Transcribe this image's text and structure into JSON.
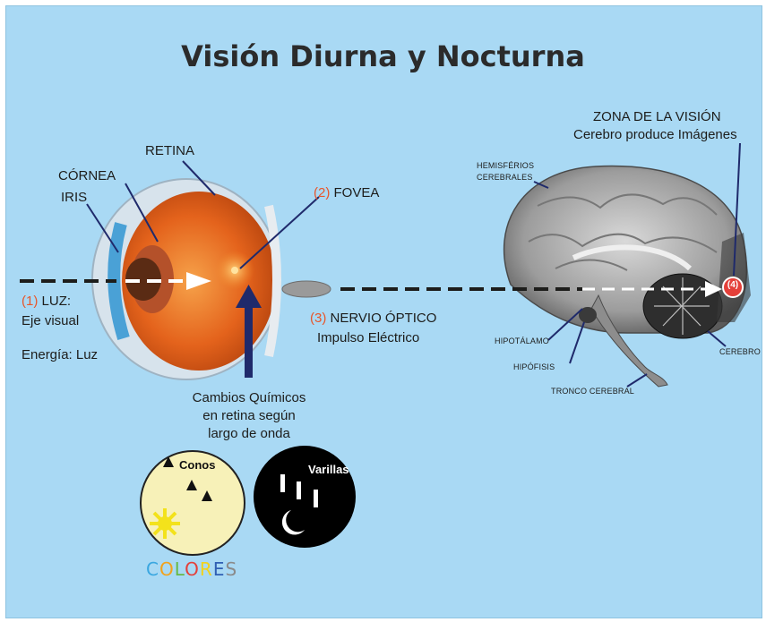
{
  "title": "Visión Diurna y Nocturna",
  "labels": {
    "cornea": "CÓRNEA",
    "iris": "IRIS",
    "retina": "RETINA",
    "fovea_num": "(2)",
    "fovea": "FOVEA",
    "luz_num": "(1)",
    "luz": "LUZ:",
    "eje_visual": "Eje visual",
    "energia": "Energía: Luz",
    "nervio_num": "(3)",
    "nervio": "NERVIO ÓPTICO",
    "impulso": "Impulso Eléctrico",
    "cambios_1": "Cambios Químicos",
    "cambios_2": "en retina según",
    "cambios_3": "largo de onda",
    "zona": "ZONA DE LA VISIÓN",
    "cerebro_produce": "Cerebro produce Imágenes",
    "hemisferios_1": "HEMISFÉRIOS",
    "hemisferios_2": "CEREBRALES",
    "hipotalamo": "HIPOTÁLAMO",
    "hipofisis": "HIPÓFISIS",
    "tronco": "TRONCO CEREBRAL",
    "cerebro": "CEREBRO",
    "step4": "(4)",
    "conos": "Conos",
    "varillas": "Varillas"
  },
  "colores": [
    {
      "ch": "C",
      "color": "#3aa7e0"
    },
    {
      "ch": "O",
      "color": "#f2a21b"
    },
    {
      "ch": "L",
      "color": "#67b846"
    },
    {
      "ch": "O",
      "color": "#e4403a"
    },
    {
      "ch": "R",
      "color": "#f3d21b"
    },
    {
      "ch": "E",
      "color": "#2f5fb3"
    },
    {
      "ch": "S",
      "color": "#8a8a8a"
    }
  ],
  "colors": {
    "background": "#a9d9f4",
    "accent_number": "#e8562a",
    "arrow": "#1f2a6b",
    "dashed_line": "#1d1d1b",
    "cones_circle": "#f7f1b8",
    "rods_circle": "#000000"
  }
}
